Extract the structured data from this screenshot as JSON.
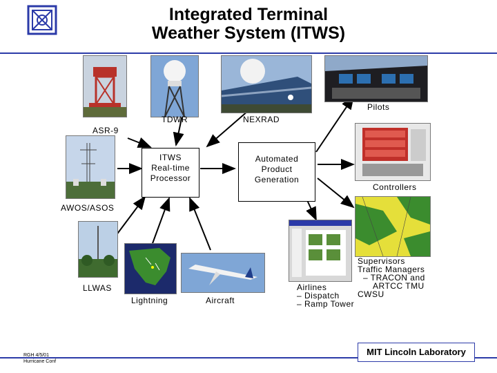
{
  "title": {
    "line1": "Integrated Terminal",
    "line2": "Weather System (ITWS)"
  },
  "nodes": {
    "asr9": "ASR-9",
    "tdwr": "TDWR",
    "nexrad": "NEXRAD",
    "pilots": "Pilots",
    "awos": "AWOS/ASOS",
    "llwas": "LLWAS",
    "lightning": "Lightning",
    "aircraft": "Aircraft",
    "controllers": "Controllers",
    "itws": {
      "line1": "ITWS",
      "line2": "Real-time",
      "line3": "Processor"
    },
    "apg": {
      "line1": "Automated",
      "line2": "Product",
      "line3": "Generation"
    },
    "airlines": {
      "title": "Airlines",
      "item1": "– Dispatch",
      "item2": "– Ramp Tower"
    },
    "supervisors": {
      "line1": "Supervisors",
      "line2": "Traffic Managers",
      "line3": "– TRACON and",
      "line4": "ARTCC TMU",
      "line5": "CWSU"
    }
  },
  "footer": {
    "org": "MIT Lincoln Laboratory",
    "ref1": "RGH 4/5/01",
    "ref2": "Hurricane Conf"
  },
  "colors": {
    "rule": "#2b3aa8",
    "sky": "#7fa6d6",
    "radar_red": "#b8322a",
    "map_green": "#3b8c2e",
    "map_yellow": "#e5df3a"
  }
}
